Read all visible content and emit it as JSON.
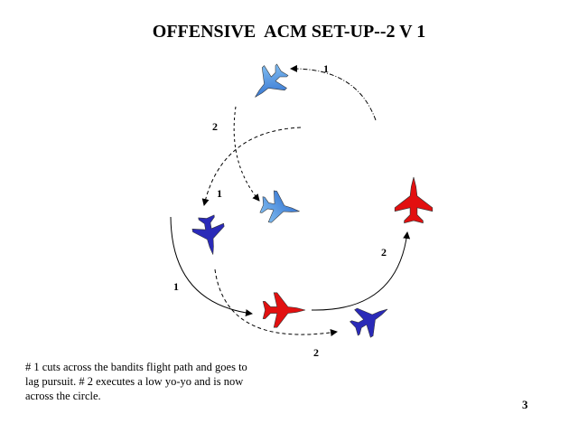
{
  "title": "OFFENSIVE  ACM SET-UP--2 V 1",
  "caption": "# 1 cuts across the bandits flight path and goes to lag pursuit. # 2 executes a low yo-yo and is now across the circle.",
  "page_number": "3",
  "path_labels": [
    "1",
    "2",
    "1",
    "2",
    "1",
    "2"
  ],
  "colors": {
    "bandit_light": "#4a90e0",
    "fighter_dark": "#2a2ab8",
    "red": "#e21010"
  }
}
